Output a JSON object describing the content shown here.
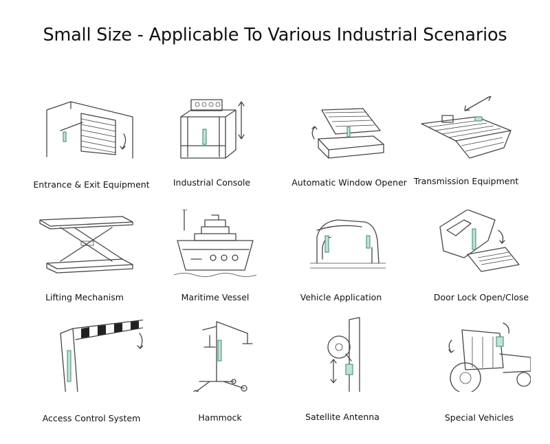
{
  "title": "Small Size - Applicable To Various Industrial Scenarios",
  "scenarios": [
    {
      "label": "Entrance & Exit Equipment",
      "icon": "garage-door-icon"
    },
    {
      "label": "Industrial Console",
      "icon": "engine-console-icon"
    },
    {
      "label": "Automatic Window Opener",
      "icon": "lift-bed-icon"
    },
    {
      "label": "Transmission Equipment",
      "icon": "conveyor-icon"
    },
    {
      "label": "Lifting Mechanism",
      "icon": "scissor-lift-icon"
    },
    {
      "label": "Maritime Vessel",
      "icon": "ship-icon"
    },
    {
      "label": "Vehicle Application",
      "icon": "car-tailgate-icon"
    },
    {
      "label": "Door Lock Open/Close",
      "icon": "door-lock-icon"
    },
    {
      "label": "Access Control System",
      "icon": "barrier-gate-icon"
    },
    {
      "label": "Hammock",
      "icon": "patient-lift-icon"
    },
    {
      "label": "Satellite Antenna",
      "icon": "satellite-antenna-icon"
    },
    {
      "label": "Special Vehicles",
      "icon": "tractor-icon"
    }
  ],
  "colors": {
    "actuator": "#bfe3d6",
    "line": "#444444"
  }
}
